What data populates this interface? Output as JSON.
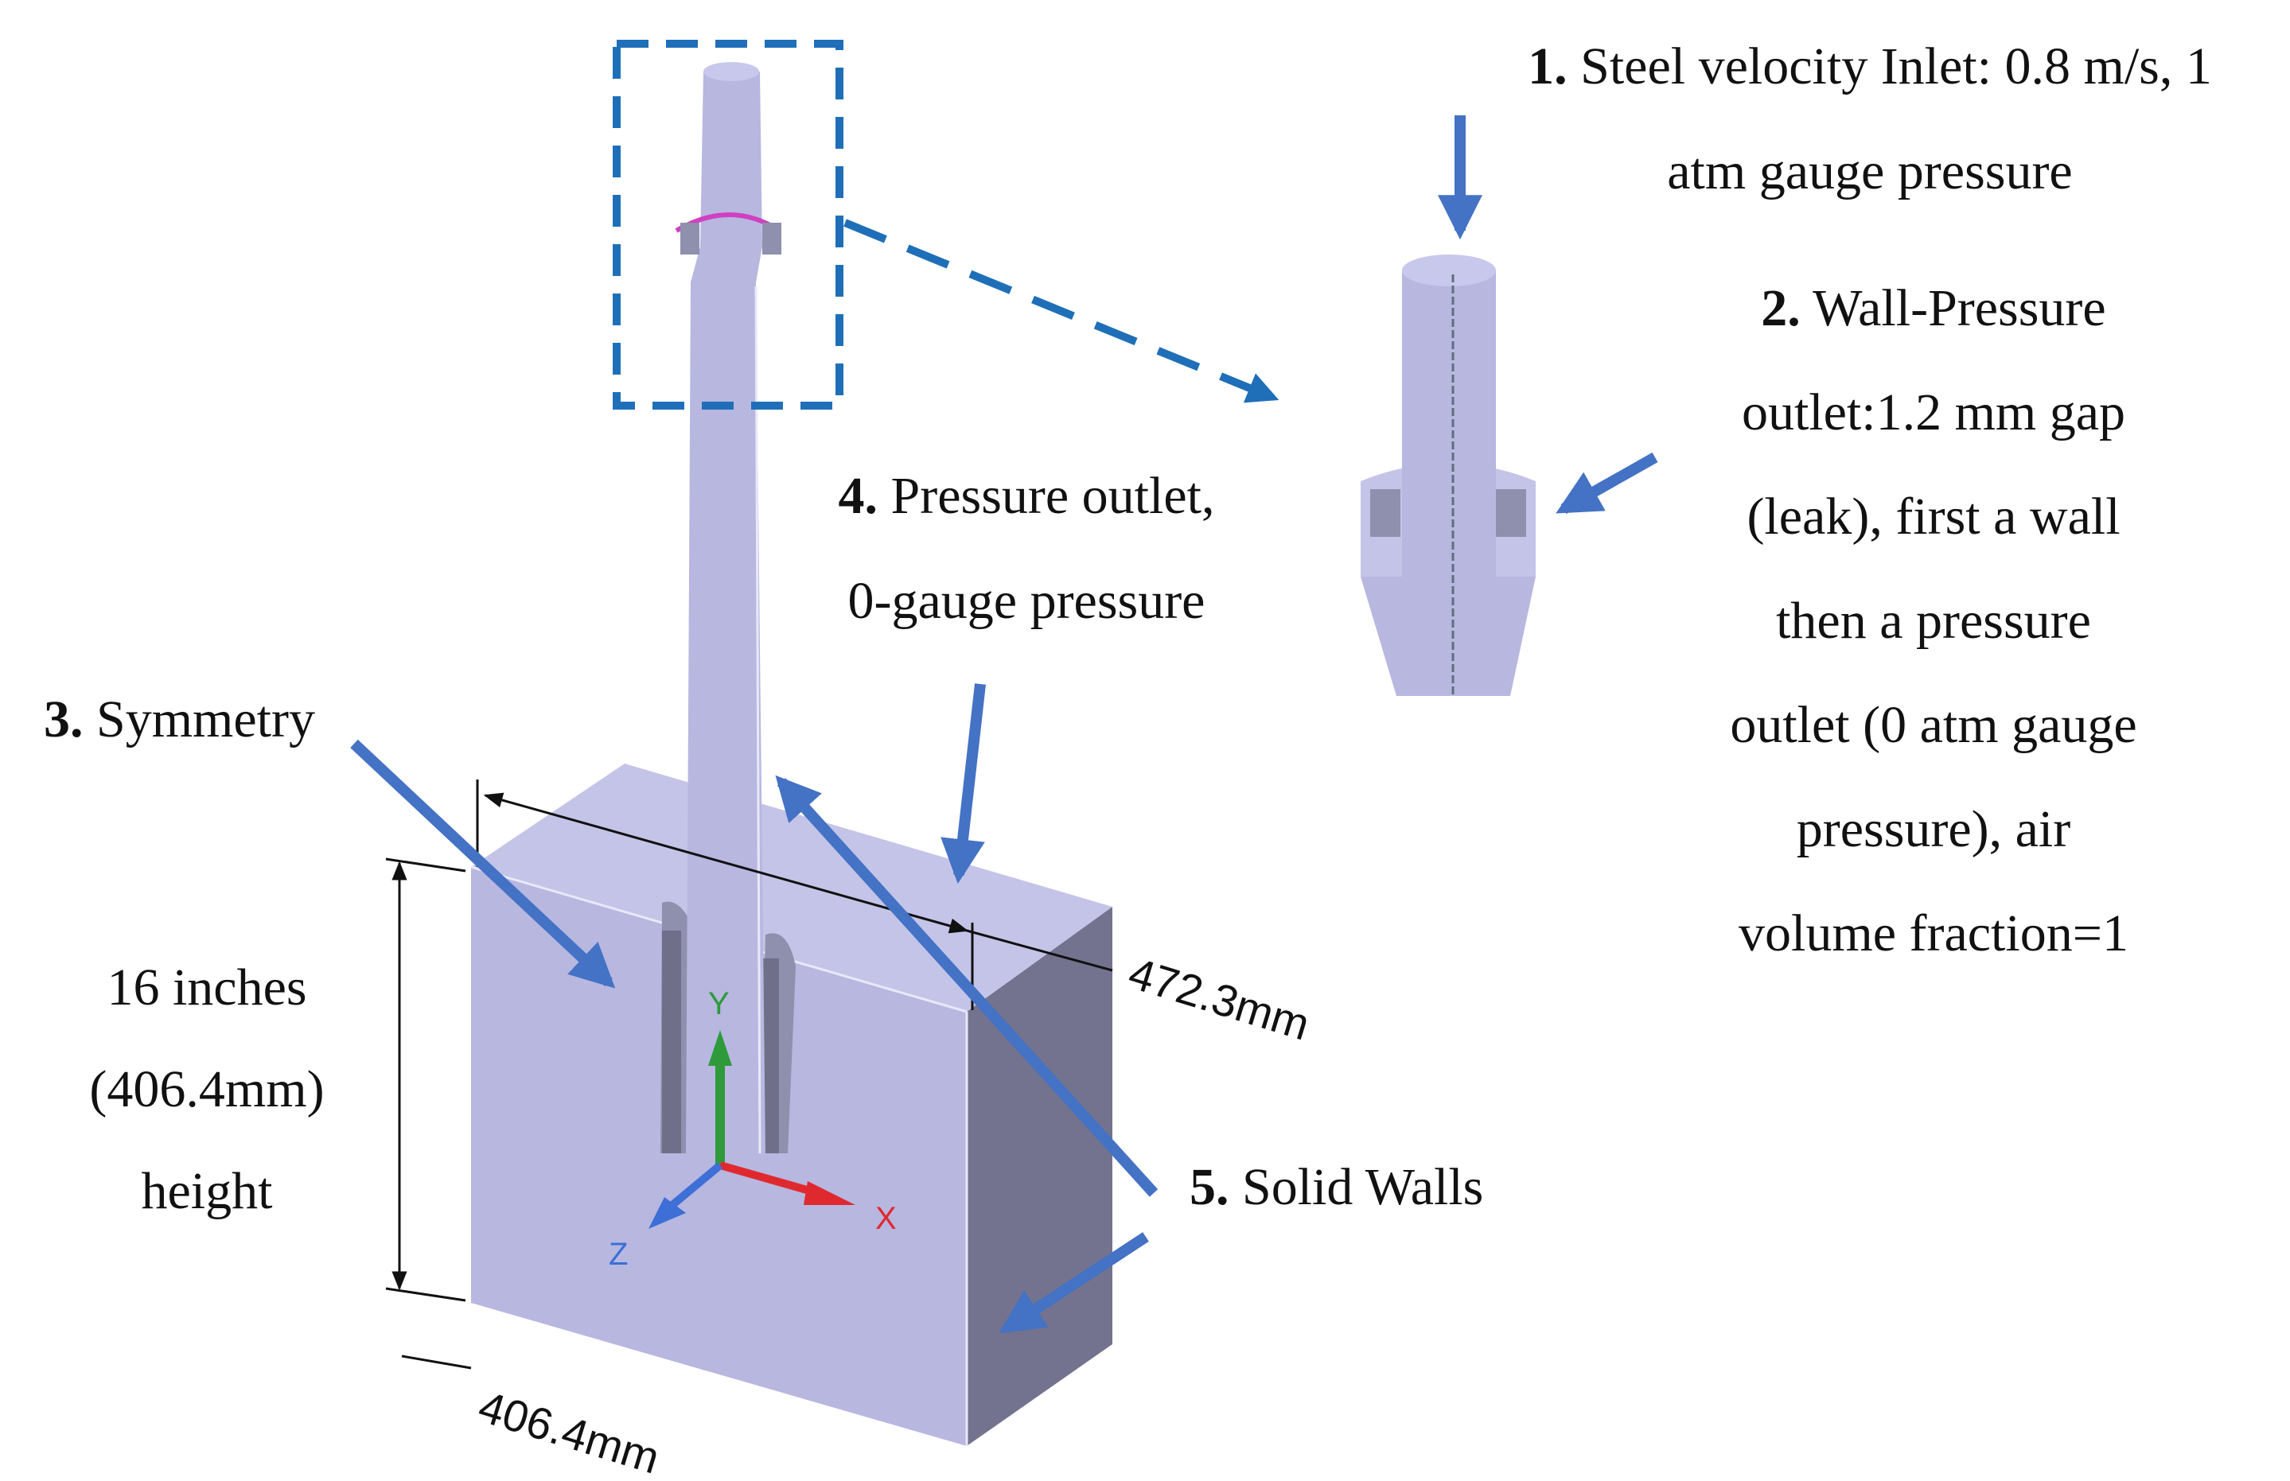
{
  "labels": {
    "inlet": {
      "num": "1.",
      "lines": [
        "Steel velocity Inlet: 0.8 m/s, 1",
        "atm gauge pressure"
      ]
    },
    "wall_pressure": {
      "num": "2.",
      "lines": [
        "Wall-Pressure",
        "outlet:1.2 mm gap",
        "(leak), first a wall",
        "then a pressure",
        "outlet (0 atm gauge",
        "pressure), air",
        "volume fraction=1"
      ]
    },
    "symmetry": {
      "num": "3.",
      "text": "Symmetry"
    },
    "pressure_outlet": {
      "num": "4.",
      "lines": [
        "Pressure outlet,",
        "0-gauge pressure"
      ]
    },
    "solid_walls": {
      "num": "5.",
      "text": "Solid Walls"
    },
    "height": {
      "lines": [
        "16 inches",
        "(406.4mm)",
        "height"
      ]
    }
  },
  "dimensions": {
    "depth": "472.3mm",
    "width": "406.4mm"
  },
  "axes": {
    "x": "X",
    "y": "Y",
    "z": "Z"
  },
  "colors": {
    "body_front": "#b7b7e0",
    "body_top": "#c4c4e8",
    "body_side": "#73738f",
    "arrow": "#4472c4",
    "callout_box": "#1f6fb8",
    "axis_x": "#e0292f",
    "axis_y": "#2e9a3a",
    "axis_z": "#3d6fd6"
  }
}
